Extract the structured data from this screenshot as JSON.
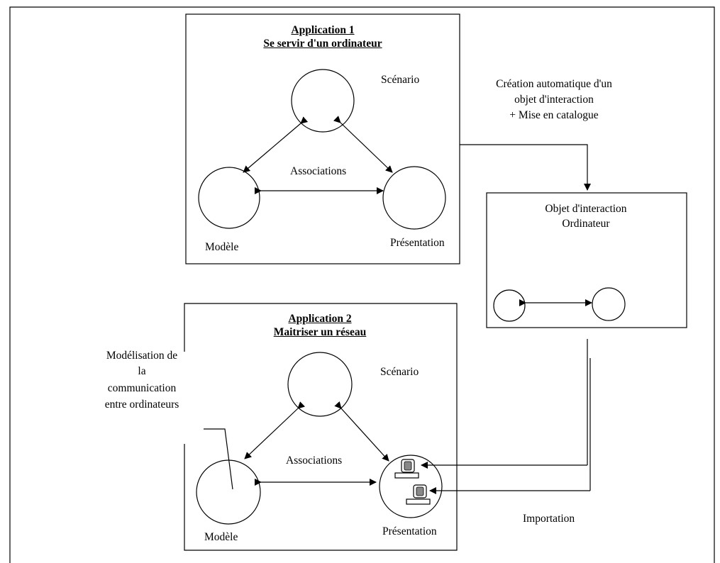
{
  "app1": {
    "title": "Application 1",
    "subtitle": "Se servir d'un ordinateur",
    "scenario": "Scénario",
    "associations": "Associations",
    "modele": "Modèle",
    "presentation": "Présentation"
  },
  "creation": {
    "line1": "Création automatique d'un",
    "line2": "objet d'interaction",
    "line3": "+ Mise en catalogue"
  },
  "objet": {
    "line1": "Objet d'interaction",
    "line2": "Ordinateur"
  },
  "app2": {
    "title": "Application 2",
    "subtitle": "Maitriser un réseau",
    "scenario": "Scénario",
    "associations": "Associations",
    "modele": "Modèle",
    "presentation": "Présentation"
  },
  "note": {
    "line1": "Modélisation de",
    "line2": "la",
    "line3": "communication",
    "line4": "entre ordinateurs"
  },
  "importation": "Importation"
}
